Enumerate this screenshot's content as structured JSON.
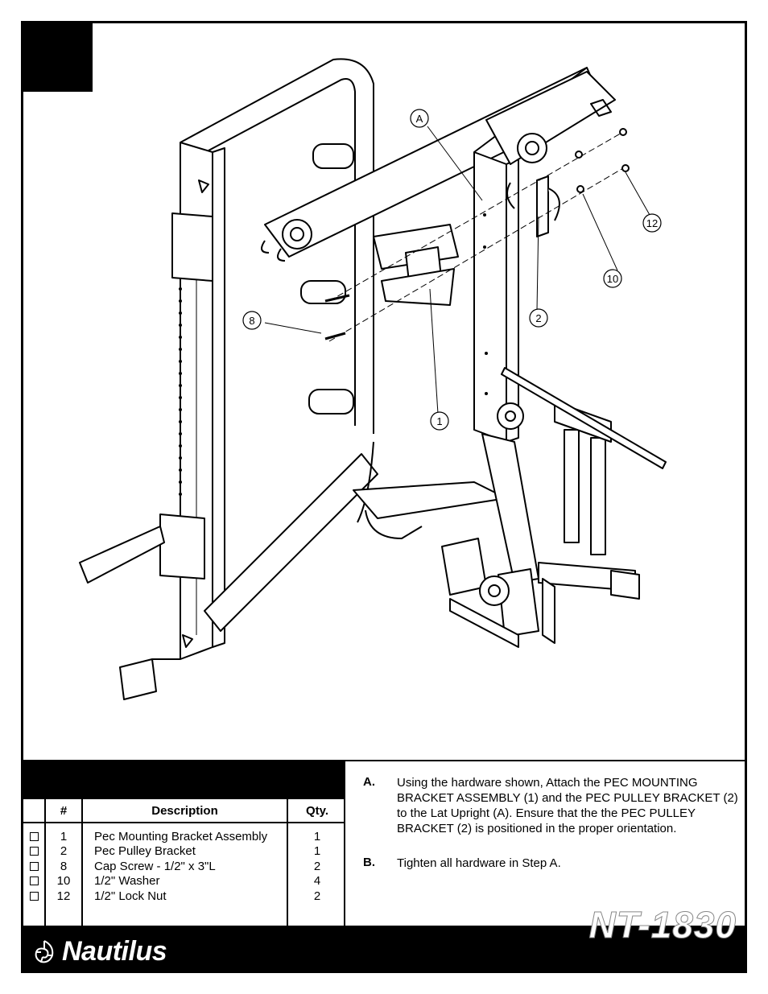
{
  "drawing": {
    "callouts": [
      "A",
      "12",
      "10",
      "2",
      "8",
      "1"
    ]
  },
  "parts_table": {
    "headers": {
      "number": "#",
      "description": "Description",
      "qty": "Qty."
    },
    "rows": [
      {
        "number": "1",
        "description": "Pec Mounting Bracket Assembly",
        "qty": "1"
      },
      {
        "number": "2",
        "description": "Pec Pulley Bracket",
        "qty": "1"
      },
      {
        "number": "8",
        "description": "Cap Screw - 1/2\" x 3\"L",
        "qty": "2"
      },
      {
        "number": "10",
        "description": "1/2\" Washer",
        "qty": "4"
      },
      {
        "number": "12",
        "description": "1/2\" Lock Nut",
        "qty": "2"
      }
    ]
  },
  "instructions": [
    {
      "letter": "A.",
      "text": "Using the hardware shown, Attach the PEC MOUNTING BRACKET ASSEMBLY (1) and the PEC PULLEY BRACKET (2) to the Lat Upright (A).  Ensure that the the PEC PULLEY BRACKET (2) is positioned in the proper orientation."
    },
    {
      "letter": "B.",
      "text": "Tighten all hardware in Step A."
    }
  ],
  "footer": {
    "brand": "Nautilus",
    "model": "NT-1830"
  },
  "colors": {
    "ink": "#000000",
    "paper": "#ffffff"
  }
}
